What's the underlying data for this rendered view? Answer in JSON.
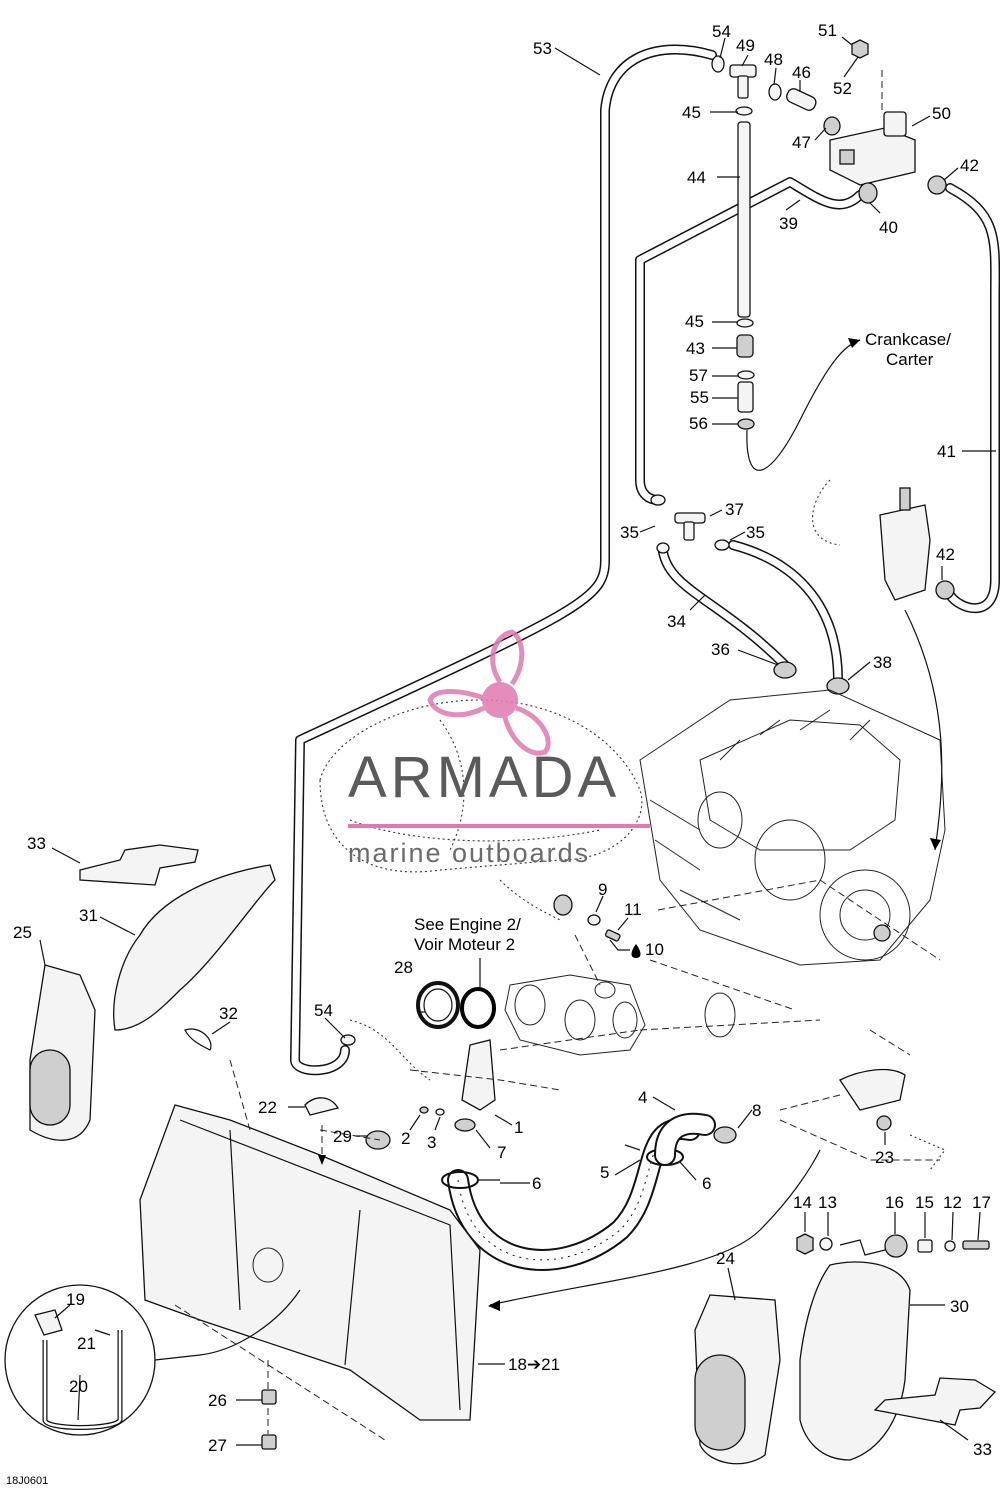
{
  "callouts": [
    {
      "id": "c1",
      "text": "1"
    },
    {
      "id": "c2",
      "text": "2"
    },
    {
      "id": "c3",
      "text": "3"
    },
    {
      "id": "c4",
      "text": "4"
    },
    {
      "id": "c5",
      "text": "5"
    },
    {
      "id": "c6a",
      "text": "6"
    },
    {
      "id": "c6b",
      "text": "6"
    },
    {
      "id": "c7",
      "text": "7"
    },
    {
      "id": "c8",
      "text": "8"
    },
    {
      "id": "c9",
      "text": "9"
    },
    {
      "id": "c10",
      "text": "10"
    },
    {
      "id": "c11",
      "text": "11"
    },
    {
      "id": "c12",
      "text": "12"
    },
    {
      "id": "c13",
      "text": "13"
    },
    {
      "id": "c14",
      "text": "14"
    },
    {
      "id": "c15",
      "text": "15"
    },
    {
      "id": "c16",
      "text": "16"
    },
    {
      "id": "c17",
      "text": "17"
    },
    {
      "id": "c18",
      "text": "18➔21"
    },
    {
      "id": "c19",
      "text": "19"
    },
    {
      "id": "c20",
      "text": "20"
    },
    {
      "id": "c21a",
      "text": "21"
    },
    {
      "id": "c22",
      "text": "22"
    },
    {
      "id": "c23",
      "text": "23"
    },
    {
      "id": "c24",
      "text": "24"
    },
    {
      "id": "c25",
      "text": "25"
    },
    {
      "id": "c26",
      "text": "26"
    },
    {
      "id": "c27",
      "text": "27"
    },
    {
      "id": "c28",
      "text": "28"
    },
    {
      "id": "c29",
      "text": "29"
    },
    {
      "id": "c30",
      "text": "30"
    },
    {
      "id": "c31",
      "text": "31"
    },
    {
      "id": "c32",
      "text": "32"
    },
    {
      "id": "c33a",
      "text": "33"
    },
    {
      "id": "c33b",
      "text": "33"
    },
    {
      "id": "c34",
      "text": "34"
    },
    {
      "id": "c35a",
      "text": "35"
    },
    {
      "id": "c35b",
      "text": "35"
    },
    {
      "id": "c36",
      "text": "36"
    },
    {
      "id": "c37",
      "text": "37"
    },
    {
      "id": "c38",
      "text": "38"
    },
    {
      "id": "c39",
      "text": "39"
    },
    {
      "id": "c40",
      "text": "40"
    },
    {
      "id": "c41",
      "text": "41"
    },
    {
      "id": "c42a",
      "text": "42"
    },
    {
      "id": "c42b",
      "text": "42"
    },
    {
      "id": "c43",
      "text": "43"
    },
    {
      "id": "c44",
      "text": "44"
    },
    {
      "id": "c45a",
      "text": "45"
    },
    {
      "id": "c45b",
      "text": "45"
    },
    {
      "id": "c46",
      "text": "46"
    },
    {
      "id": "c47",
      "text": "47"
    },
    {
      "id": "c48",
      "text": "48"
    },
    {
      "id": "c49",
      "text": "49"
    },
    {
      "id": "c50",
      "text": "50"
    },
    {
      "id": "c51",
      "text": "51"
    },
    {
      "id": "c52",
      "text": "52"
    },
    {
      "id": "c53",
      "text": "53"
    },
    {
      "id": "c54a",
      "text": "54"
    },
    {
      "id": "c54b",
      "text": "54"
    },
    {
      "id": "c55",
      "text": "55"
    },
    {
      "id": "c56",
      "text": "56"
    },
    {
      "id": "c57",
      "text": "57"
    }
  ],
  "notes": {
    "crankcase_line1": "Crankcase/",
    "crankcase_line2": "Carter",
    "see_engine_line1": "See Engine 2/",
    "see_engine_line2": "Voir Moteur 2",
    "drawing_code": "18J0601"
  },
  "watermark": {
    "brand": "ARMADA",
    "tagline": "marine outboards",
    "color": "#e07ab0"
  }
}
